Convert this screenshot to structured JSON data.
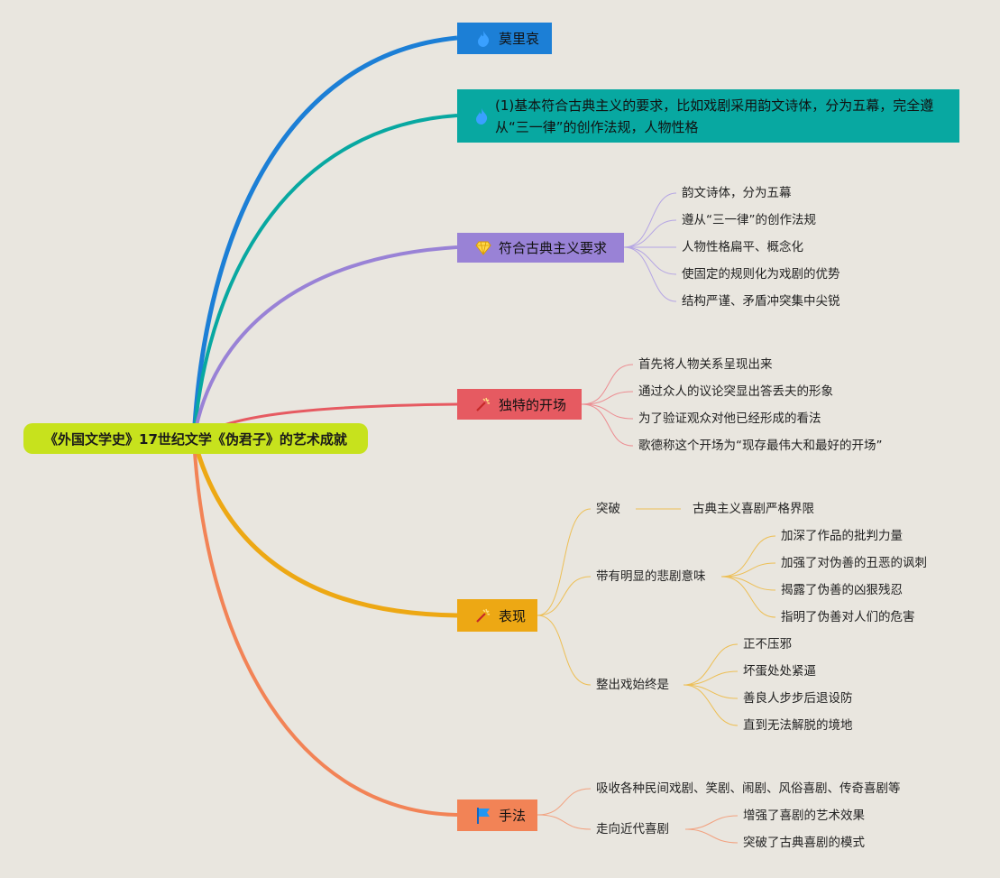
{
  "root": {
    "label": "《外国文学史》17世纪文学《伪君子》的艺术成就"
  },
  "branches": [
    {
      "label": "莫里哀",
      "color": "#1c7fd6",
      "icon": "flame-icon"
    },
    {
      "label": "(1)基本符合古典主义的要求，比如戏剧采用韵文诗体，分为五幕，完全遵从“三一律”的创作法规，人物性格",
      "color": "#08a8a1",
      "icon": "flame-icon"
    },
    {
      "label": "符合古典主义要求",
      "color": "#9982d6",
      "icon": "diamond-icon",
      "children": [
        "韵文诗体，分为五幕",
        "遵从“三一律”的创作法规",
        "人物性格扁平、概念化",
        "使固定的规则化为戏剧的优势",
        "结构严谨、矛盾冲突集中尖锐"
      ]
    },
    {
      "label": "独特的开场",
      "color": "#e65a61",
      "icon": "magic-wand-icon",
      "children": [
        "首先将人物关系呈现出来",
        "通过众人的议论突显出答丢夫的形象",
        "为了验证观众对他已经形成的看法",
        "歌德称这个开场为“现存最伟大和最好的开场”"
      ]
    },
    {
      "label": "表现",
      "color": "#eda814",
      "icon": "magic-wand-icon",
      "children": [
        {
          "label": "突破",
          "children": [
            "古典主义喜剧严格界限"
          ]
        },
        {
          "label": "带有明显的悲剧意味",
          "children": [
            "加深了作品的批判力量",
            "加强了对伪善的丑恶的讽刺",
            "揭露了伪善的凶狠残忍",
            "指明了伪善对人们的危害"
          ]
        },
        {
          "label": "整出戏始终是",
          "children": [
            "正不压邪",
            "坏蛋处处紧逼",
            "善良人步步后退设防",
            "直到无法解脱的境地"
          ]
        }
      ]
    },
    {
      "label": "手法",
      "color": "#f28356",
      "icon": "flag-icon",
      "children": [
        {
          "label": "吸收各种民间戏剧、笑剧、闹剧、风俗喜剧、传奇喜剧等",
          "children": []
        },
        {
          "label": "走向近代喜剧",
          "children": [
            "增强了喜剧的艺术效果",
            "突破了古典喜剧的模式"
          ]
        }
      ]
    }
  ]
}
